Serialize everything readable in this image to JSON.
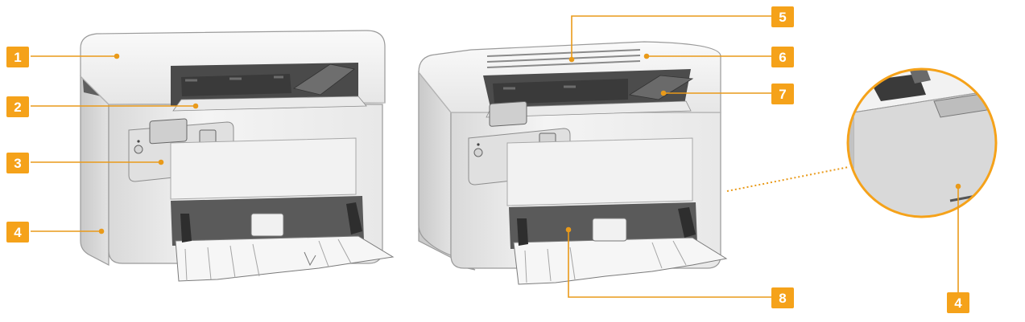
{
  "accent_color": "#f5a21a",
  "leader_color": "#e99a1a",
  "printers": [
    {
      "name": "printer-left"
    },
    {
      "name": "printer-center"
    }
  ],
  "inset": {
    "name": "inset-magnified-rear-corner"
  },
  "callouts": [
    {
      "id": "callout-1",
      "label": "1"
    },
    {
      "id": "callout-2",
      "label": "2"
    },
    {
      "id": "callout-3",
      "label": "3"
    },
    {
      "id": "callout-4-left",
      "label": "4"
    },
    {
      "id": "callout-5",
      "label": "5"
    },
    {
      "id": "callout-6",
      "label": "6"
    },
    {
      "id": "callout-7",
      "label": "7"
    },
    {
      "id": "callout-8",
      "label": "8"
    },
    {
      "id": "callout-4-inset",
      "label": "4"
    }
  ]
}
